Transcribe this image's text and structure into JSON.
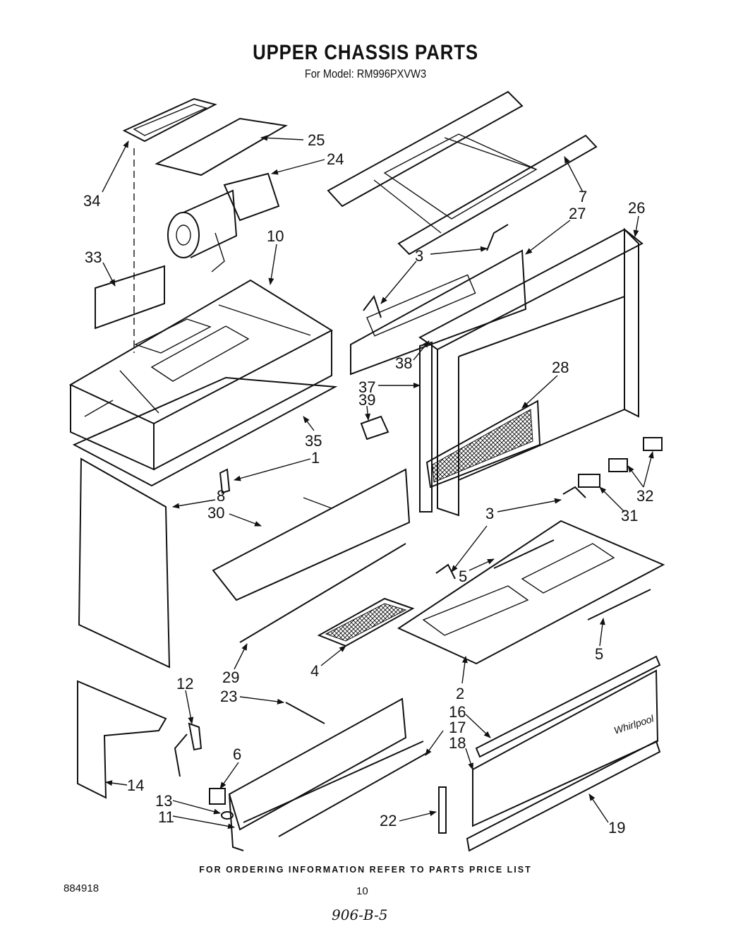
{
  "title": "UPPER CHASSIS PARTS",
  "subtitle": "For Model: RM996PXVW3",
  "footer": "FOR ORDERING INFORMATION REFER TO PARTS PRICE LIST",
  "doc_number": "884918",
  "page_number": "10",
  "handwritten_note": "906-B-5",
  "brand_mark": "Whirlpool",
  "callouts": [
    "25",
    "24",
    "34",
    "7",
    "27",
    "26",
    "10",
    "33",
    "3",
    "38",
    "28",
    "37",
    "39",
    "35",
    "1",
    "32",
    "31",
    "8",
    "30",
    "3",
    "5",
    "5",
    "4",
    "29",
    "2",
    "12",
    "23",
    "16",
    "17",
    "18",
    "6",
    "14",
    "13",
    "11",
    "22",
    "19"
  ]
}
